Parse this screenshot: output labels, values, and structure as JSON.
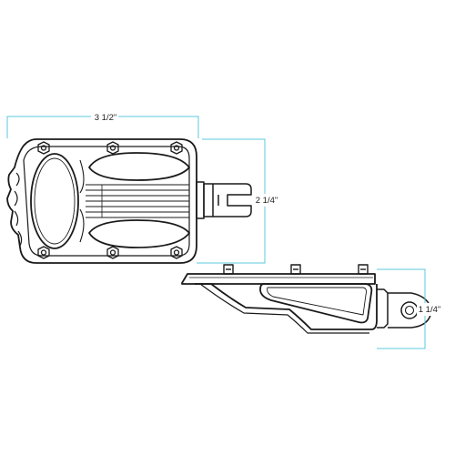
{
  "diagram": {
    "dimensions": {
      "top_length": "3 1/2\"",
      "top_width": "2 1/4\"",
      "side_height": "1 1/4\""
    }
  },
  "colors": {
    "dimension_line": "#5bc8dc",
    "outline": "#1a1a1a",
    "background": "#ffffff"
  }
}
